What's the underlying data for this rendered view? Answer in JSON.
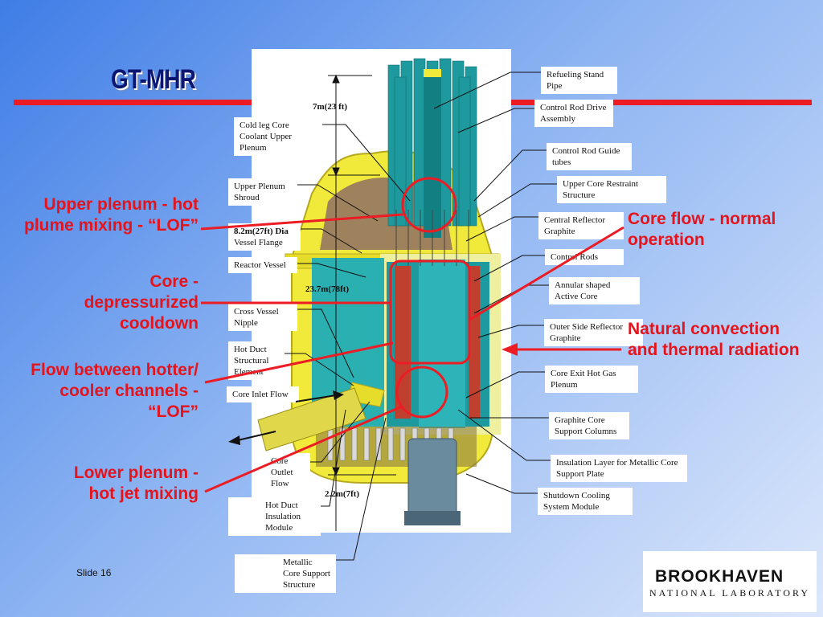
{
  "title": "GT-MHR",
  "slide_number": "Slide 16",
  "logo": {
    "name": "BROOKHAVEN",
    "subtitle": "NATIONAL LABORATORY"
  },
  "dimensions": {
    "top_height": "7m(23 ft)",
    "dia": "8.2m(27ft) Dia",
    "height": "23.7m(78ft)",
    "bottom": "2.2m(7ft)"
  },
  "labels": {
    "refueling": "Refueling Stand Pipe",
    "crd_assembly": "Control Rod Drive Assembly",
    "cr_guide": "Control Rod Guide tubes",
    "upper_restraint": "Upper Core Restraint Structure",
    "central_reflector": "Central Reflector Graphite",
    "control_rods": "Control Rods",
    "annular_core": "Annular shaped Active Core",
    "outer_reflector": "Outer Side Reflector Graphite",
    "exit_plenum": "Core Exit Hot Gas Plenum",
    "support_columns": "Graphite Core Support Columns",
    "insulation_layer": "Insulation Layer for Metallic Core Support Plate",
    "shutdown_cooling": "Shutdown Cooling System Module",
    "cold_leg": "Cold leg Core Coolant Upper Plenum",
    "plenum_shroud": "Upper Plenum Shroud",
    "vessel_flange": "Vessel Flange",
    "reactor_vessel": "Reactor Vessel",
    "cross_nipple": "Cross Vessel Nipple",
    "hot_duct_element": "Hot Duct Structural Element",
    "core_inlet": "Core Inlet Flow",
    "core_outlet": "Core Outlet Flow",
    "hot_duct_insulation": "Hot Duct Insulation Module",
    "metallic_support": "Metallic Core Support Structure"
  },
  "notes": {
    "upper_plenum": "Upper plenum - hot plume mixing - “LOF”",
    "core_depress": "Core - depressurized cooldown",
    "flow_between": "Flow between hotter/ cooler channels - “LOF”",
    "lower_plenum": "Lower plenum - hot jet mixing",
    "core_flow": "Core flow - normal operation",
    "natural_conv": "Natural convection and thermal radiation"
  },
  "colors": {
    "accent_red": "#ec1c24",
    "title_navy": "#0a1670",
    "vessel_yellow": "#f2ea3a",
    "teal": "#1e9a9e"
  }
}
